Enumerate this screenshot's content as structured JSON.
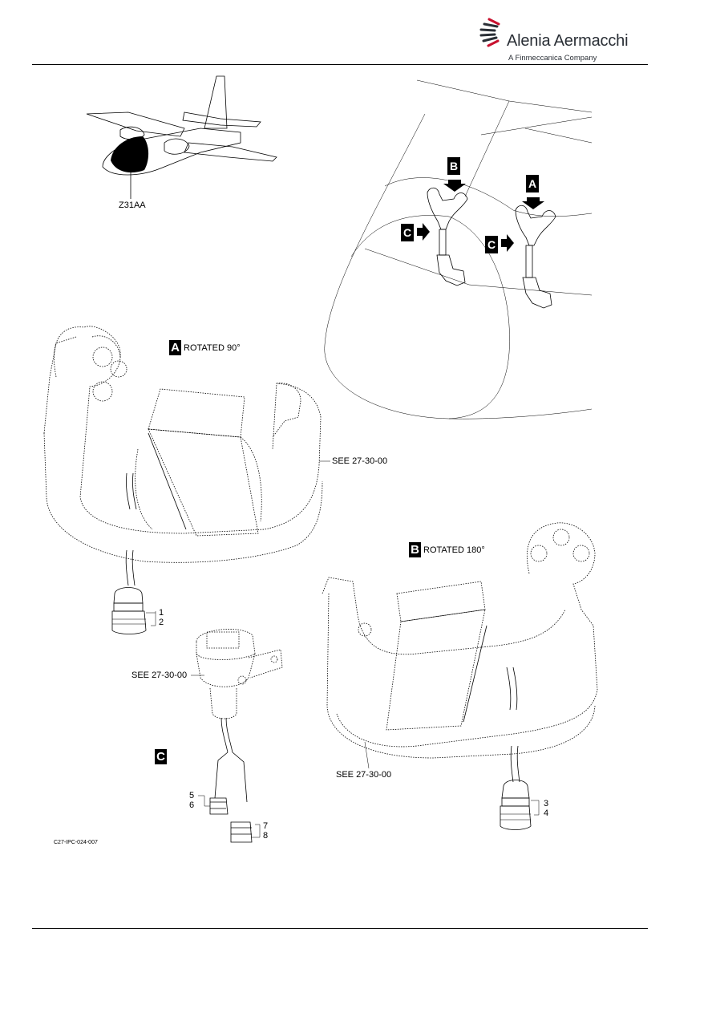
{
  "header": {
    "brand": "Alenia Aermacchi",
    "tagline": "A Finmeccanica Company"
  },
  "locator": {
    "zone": "Z31AA",
    "arrow_labels": {
      "b": "B",
      "a": "A",
      "c1": "C",
      "c2": "C"
    }
  },
  "views": {
    "a": {
      "letter": "A",
      "caption": "ROTATED 90°"
    },
    "b": {
      "letter": "B",
      "caption": "ROTATED 180°"
    },
    "c": {
      "letter": "C"
    }
  },
  "references": {
    "see_a": "SEE 27-30-00",
    "see_c": "SEE 27-30-00",
    "see_b": "SEE 27-30-00"
  },
  "callouts": {
    "a_top": "1",
    "a_bot": "2",
    "b_top": "3",
    "b_bot": "4",
    "c1_top": "5",
    "c1_bot": "6",
    "c2_top": "7",
    "c2_bot": "8"
  },
  "figure_id": "C27-IPC-024-007"
}
